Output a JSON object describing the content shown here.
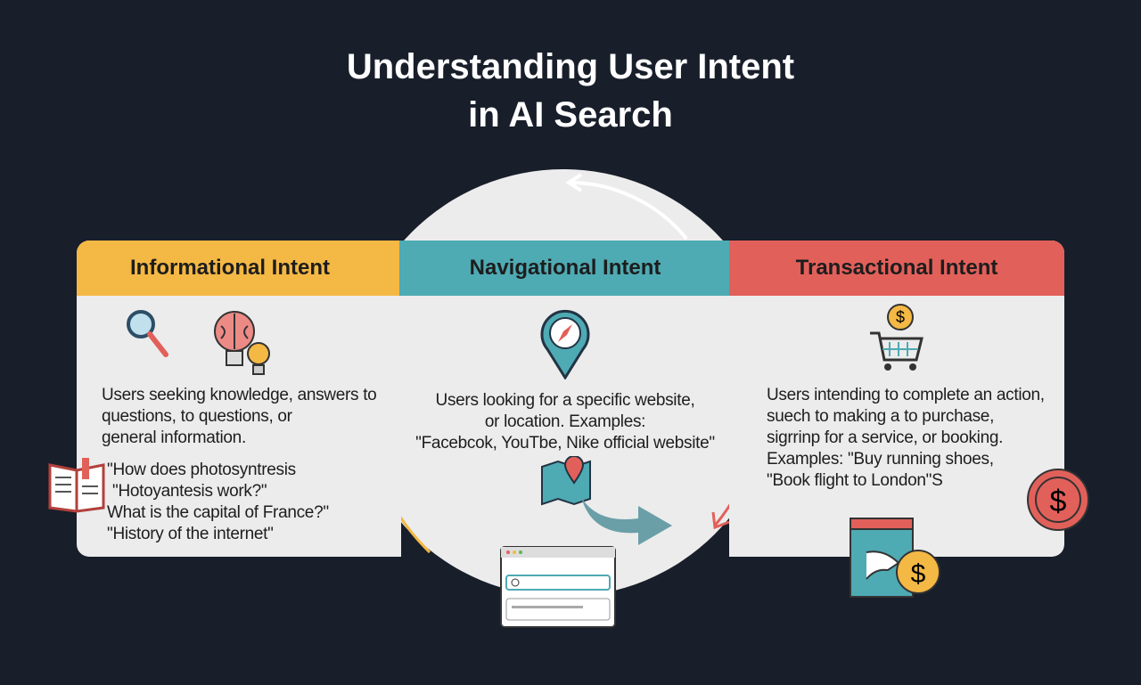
{
  "title": {
    "line1": "Understanding User Intent",
    "line2": "in AI Search"
  },
  "colors": {
    "background": "#181e2a",
    "informational": "#f4b844",
    "navigational": "#4eaab3",
    "transactional": "#e2605a",
    "panel": "#ececec"
  },
  "informational": {
    "heading": "Informational Intent",
    "description": [
      "Users seeking knowledge, answers to",
      "questions, to questions, or",
      "general information."
    ],
    "examples": [
      "\"How does photosyntresis",
      "\"Hotoyantesis work?\"",
      "What is the capital of France?\"",
      "\"History of the internet\""
    ],
    "icons": [
      "magnifier-icon",
      "brain-icon",
      "lightbulb-icon",
      "book-icon"
    ]
  },
  "navigational": {
    "heading": "Navigational Intent",
    "description": [
      "Users looking for a specific website,",
      "or location. Examples:",
      "\"Facebcok, YouTbe, Nike official website\""
    ],
    "icons": [
      "compass-pin-icon",
      "map-icon",
      "arrow-icon",
      "browser-icon"
    ]
  },
  "transactional": {
    "heading": "Transactional Intent",
    "description": [
      "Users intending to complete an action,",
      "suech to making a to purchase,",
      "sigrrinp for a service, or booking.",
      "Examples: \"Buy running shoes,",
      "\"Book flight to London\"S"
    ],
    "icons": [
      "cart-icon",
      "dollar-coin-icon",
      "payment-icon"
    ]
  }
}
